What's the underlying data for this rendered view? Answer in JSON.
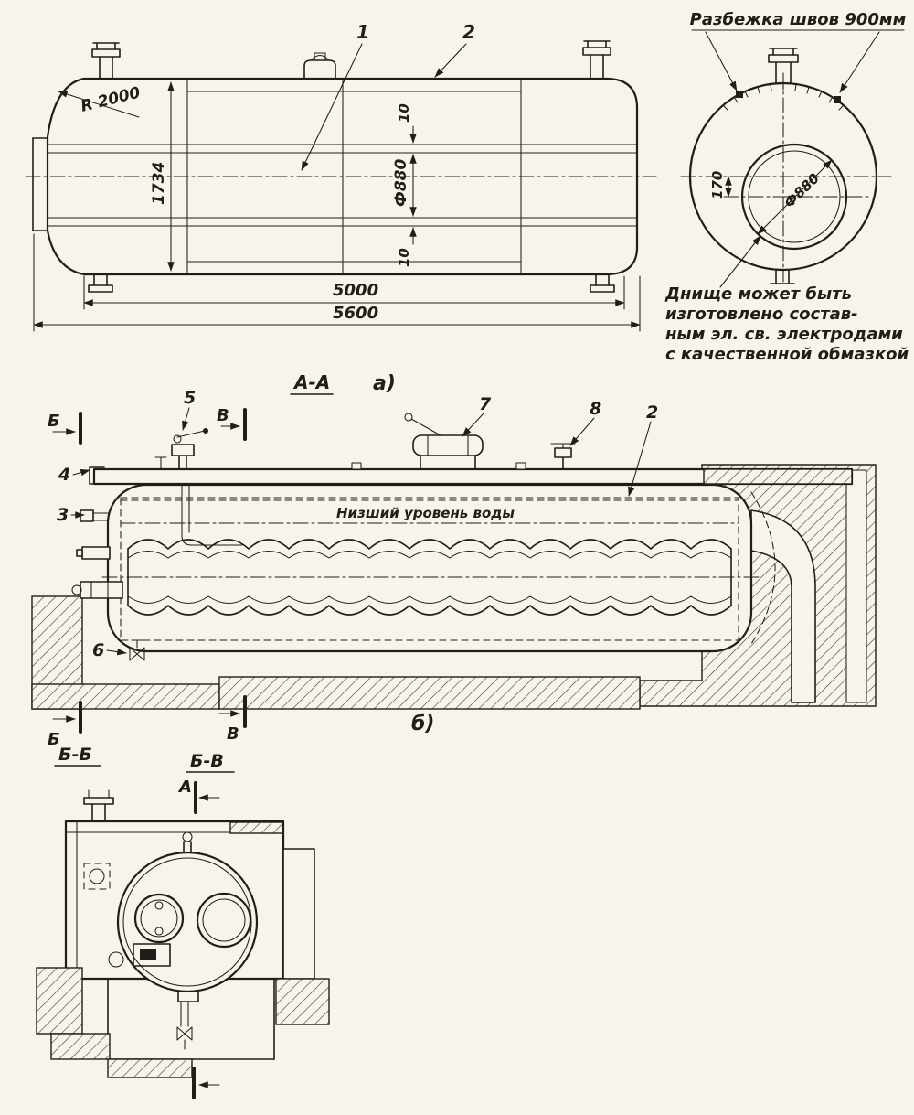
{
  "side_view": {
    "callout_1": "1",
    "callout_2": "2",
    "radius_label": "R 2000",
    "height_dim": "1734",
    "bore_dim": "Ф880",
    "gap_top_dim": "10",
    "gap_bottom_dim": "10",
    "inner_length_dim": "5000",
    "overall_length_dim": "5600"
  },
  "end_view": {
    "seam_label": "Разбежка швов 900мм",
    "offset_dim": "170",
    "bore_dim": "Ф880",
    "note_lines": [
      "Днище может быть",
      "изготовлено состав-",
      "ным эл. св. электродами",
      "с качественной обмазкой"
    ]
  },
  "section_long": {
    "section_title": "А-А",
    "subfig_a": "а)",
    "subfig_b": "б)",
    "water_level_label": "Низший уровень воды",
    "callout_2": "2",
    "callout_3": "3",
    "callout_4": "4",
    "callout_5": "5",
    "callout_6": "6",
    "callout_7": "7",
    "callout_8": "8",
    "cut_b_top": "Б",
    "cut_b_bottom": "Б",
    "cut_v_top": "В",
    "cut_v_bottom": "В"
  },
  "section_cross": {
    "title_bb": "Б-Б",
    "title_bv": "Б-В",
    "cut_a_top": "А"
  }
}
